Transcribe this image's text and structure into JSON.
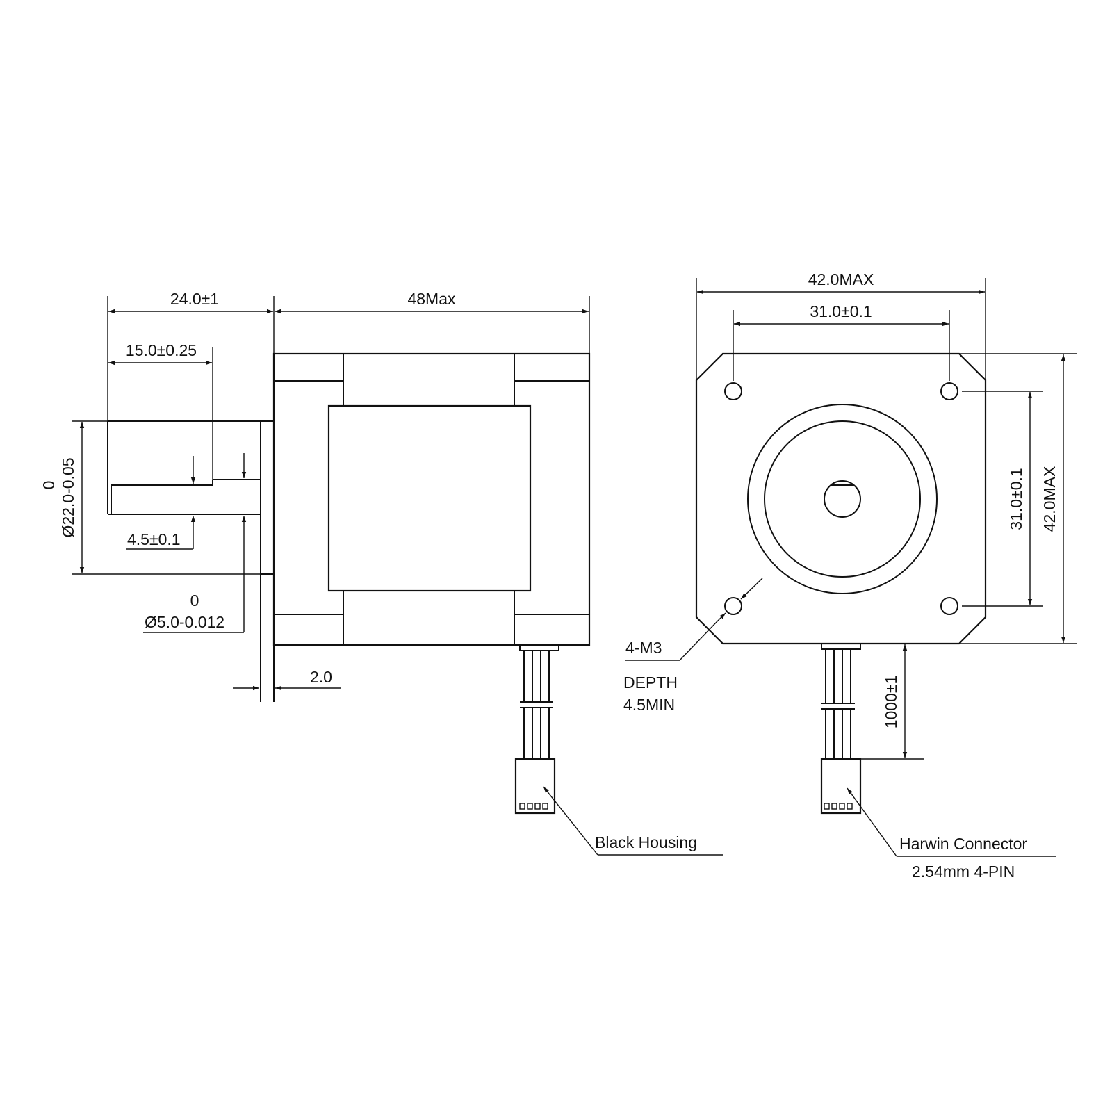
{
  "side_view": {
    "dim_shaft_length": "24.0±1",
    "dim_body_length": "48Max",
    "dim_flat_length": "15.0±0.25",
    "dim_flat_depth": "4.5±0.1",
    "dim_boss_tol_upper": "0",
    "dim_boss_diameter": "Ø22.0-0.05",
    "dim_shaft_tol_upper": "0",
    "dim_shaft_diameter": "Ø5.0-0.012",
    "dim_boss_height": "2.0",
    "housing_label": "Black Housing"
  },
  "front_view": {
    "dim_width_max": "42.0MAX",
    "dim_hole_spacing_h": "31.0±0.1",
    "dim_hole_spacing_v": "31.0±0.1",
    "dim_height_max": "42.0MAX",
    "hole_label_line1": "4-M3",
    "hole_label_line2": "DEPTH",
    "hole_label_line3": "4.5MIN",
    "dim_cable_length": "1000±1",
    "connector_label_line1": "Harwin Connector",
    "connector_label_line2": "2.54mm 4-PIN"
  }
}
